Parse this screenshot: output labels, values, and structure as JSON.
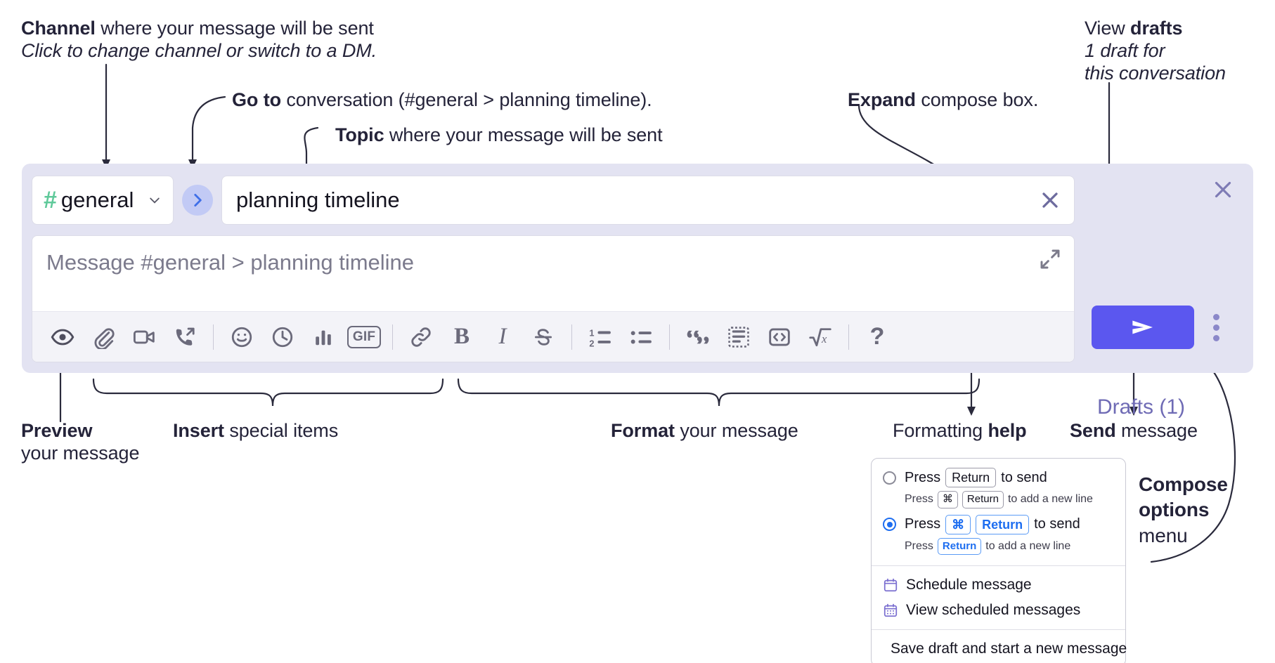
{
  "annotations": {
    "channel": {
      "bold": "Channel",
      "rest": " where your message will be sent",
      "italic": "Click to change channel or switch to a DM."
    },
    "goto": {
      "bold": "Go to",
      "rest": " conversation (#general > planning timeline)."
    },
    "topic": {
      "bold": "Topic",
      "rest": " where your message will be sent"
    },
    "expand": {
      "bold": "Expand",
      "rest": " compose box."
    },
    "drafts": {
      "rest": "View ",
      "bold": "drafts",
      "italic1": "1 draft for",
      "italic2": "this conversation"
    },
    "preview": {
      "bold": "Preview",
      "rest": "your message"
    },
    "insert": {
      "bold": "Insert",
      "rest": " special items"
    },
    "format": {
      "bold": "Format",
      "rest": " your message"
    },
    "formatting_help": {
      "rest": "Formatting ",
      "bold": "help"
    },
    "send": {
      "bold": "Send",
      "rest": " message"
    },
    "compose_options": {
      "bold1": "Compose",
      "bold2": "options",
      "rest": "menu"
    }
  },
  "compose": {
    "channel_name": "general",
    "channel_icon": "hash-icon",
    "channel_chevron": "chevron-down-icon",
    "goto_icon": "chevron-right-icon",
    "topic_value": "planning timeline",
    "topic_clear_icon": "close-icon",
    "message_placeholder": "Message #general > planning timeline",
    "expand_icon": "expand-diagonal-icon",
    "send_icon": "send-paper-plane-icon",
    "options_icon": "vertical-ellipsis-icon",
    "drafts_label": "Drafts (1)",
    "panel_close_icon": "close-icon",
    "accent_color": "#5b57ef",
    "panel_bg": "#e3e3f2",
    "hash_color": "#5fc99a",
    "drafts_color": "#6f6bb5"
  },
  "toolbar": {
    "groups": [
      {
        "name": "preview",
        "items": [
          {
            "id": "preview",
            "icon": "eye-icon",
            "label": "Preview"
          }
        ]
      },
      {
        "name": "insert",
        "items": [
          {
            "id": "attach",
            "icon": "paperclip-icon",
            "label": "Attach file"
          },
          {
            "id": "video",
            "icon": "video-camera-icon",
            "label": "Video clip"
          },
          {
            "id": "audio",
            "icon": "phone-forward-icon",
            "label": "Audio clip"
          }
        ]
      },
      {
        "name": "insert2",
        "items": [
          {
            "id": "emoji",
            "icon": "smiley-face-icon",
            "label": "Emoji"
          },
          {
            "id": "reminder",
            "icon": "clock-icon",
            "label": "Schedule"
          },
          {
            "id": "poll",
            "icon": "bar-chart-icon",
            "label": "Poll"
          },
          {
            "id": "gif",
            "icon": "gif-icon",
            "label": "GIF"
          }
        ]
      },
      {
        "name": "format",
        "items": [
          {
            "id": "link",
            "icon": "link-icon",
            "label": "Link"
          },
          {
            "id": "bold",
            "icon": "bold-icon",
            "label": "B"
          },
          {
            "id": "italic",
            "icon": "italic-icon",
            "label": "I"
          },
          {
            "id": "strike",
            "icon": "strikethrough-icon",
            "label": "S"
          }
        ]
      },
      {
        "name": "lists",
        "items": [
          {
            "id": "ordered-list",
            "icon": "ordered-list-icon",
            "label": "Ordered list"
          },
          {
            "id": "bulleted-list",
            "icon": "bulleted-list-icon",
            "label": "Bulleted list"
          }
        ]
      },
      {
        "name": "blocks",
        "items": [
          {
            "id": "blockquote",
            "icon": "quote-icon",
            "label": "Blockquote"
          },
          {
            "id": "code-block",
            "icon": "code-block-icon",
            "label": "Code block"
          },
          {
            "id": "code",
            "icon": "code-inline-icon",
            "label": "Code"
          },
          {
            "id": "math",
            "icon": "square-root-icon",
            "label": "Math"
          }
        ]
      },
      {
        "name": "help",
        "items": [
          {
            "id": "help",
            "icon": "question-mark-icon",
            "label": "?"
          }
        ]
      }
    ]
  },
  "options_menu": {
    "option1": {
      "selected": false,
      "main_pre": "Press",
      "main_key": "Return",
      "main_post": "to send",
      "sub_pre": "Press",
      "sub_key1": "⌘",
      "sub_key2": "Return",
      "sub_post": "to add a new line"
    },
    "option2": {
      "selected": true,
      "main_pre": "Press",
      "main_key1": "⌘",
      "main_key2": "Return",
      "main_post": "to send",
      "sub_pre": "Press",
      "sub_key": "Return",
      "sub_post": "to add a new line"
    },
    "items": [
      {
        "id": "schedule-message",
        "icon": "calendar-icon",
        "label": "Schedule message"
      },
      {
        "id": "view-scheduled",
        "icon": "calendar-grid-icon",
        "label": "View scheduled messages"
      },
      {
        "id": "save-draft",
        "icon": "document-check-icon",
        "label": "Save draft and start a new message"
      }
    ],
    "icon_color": "#7b6fd0"
  }
}
